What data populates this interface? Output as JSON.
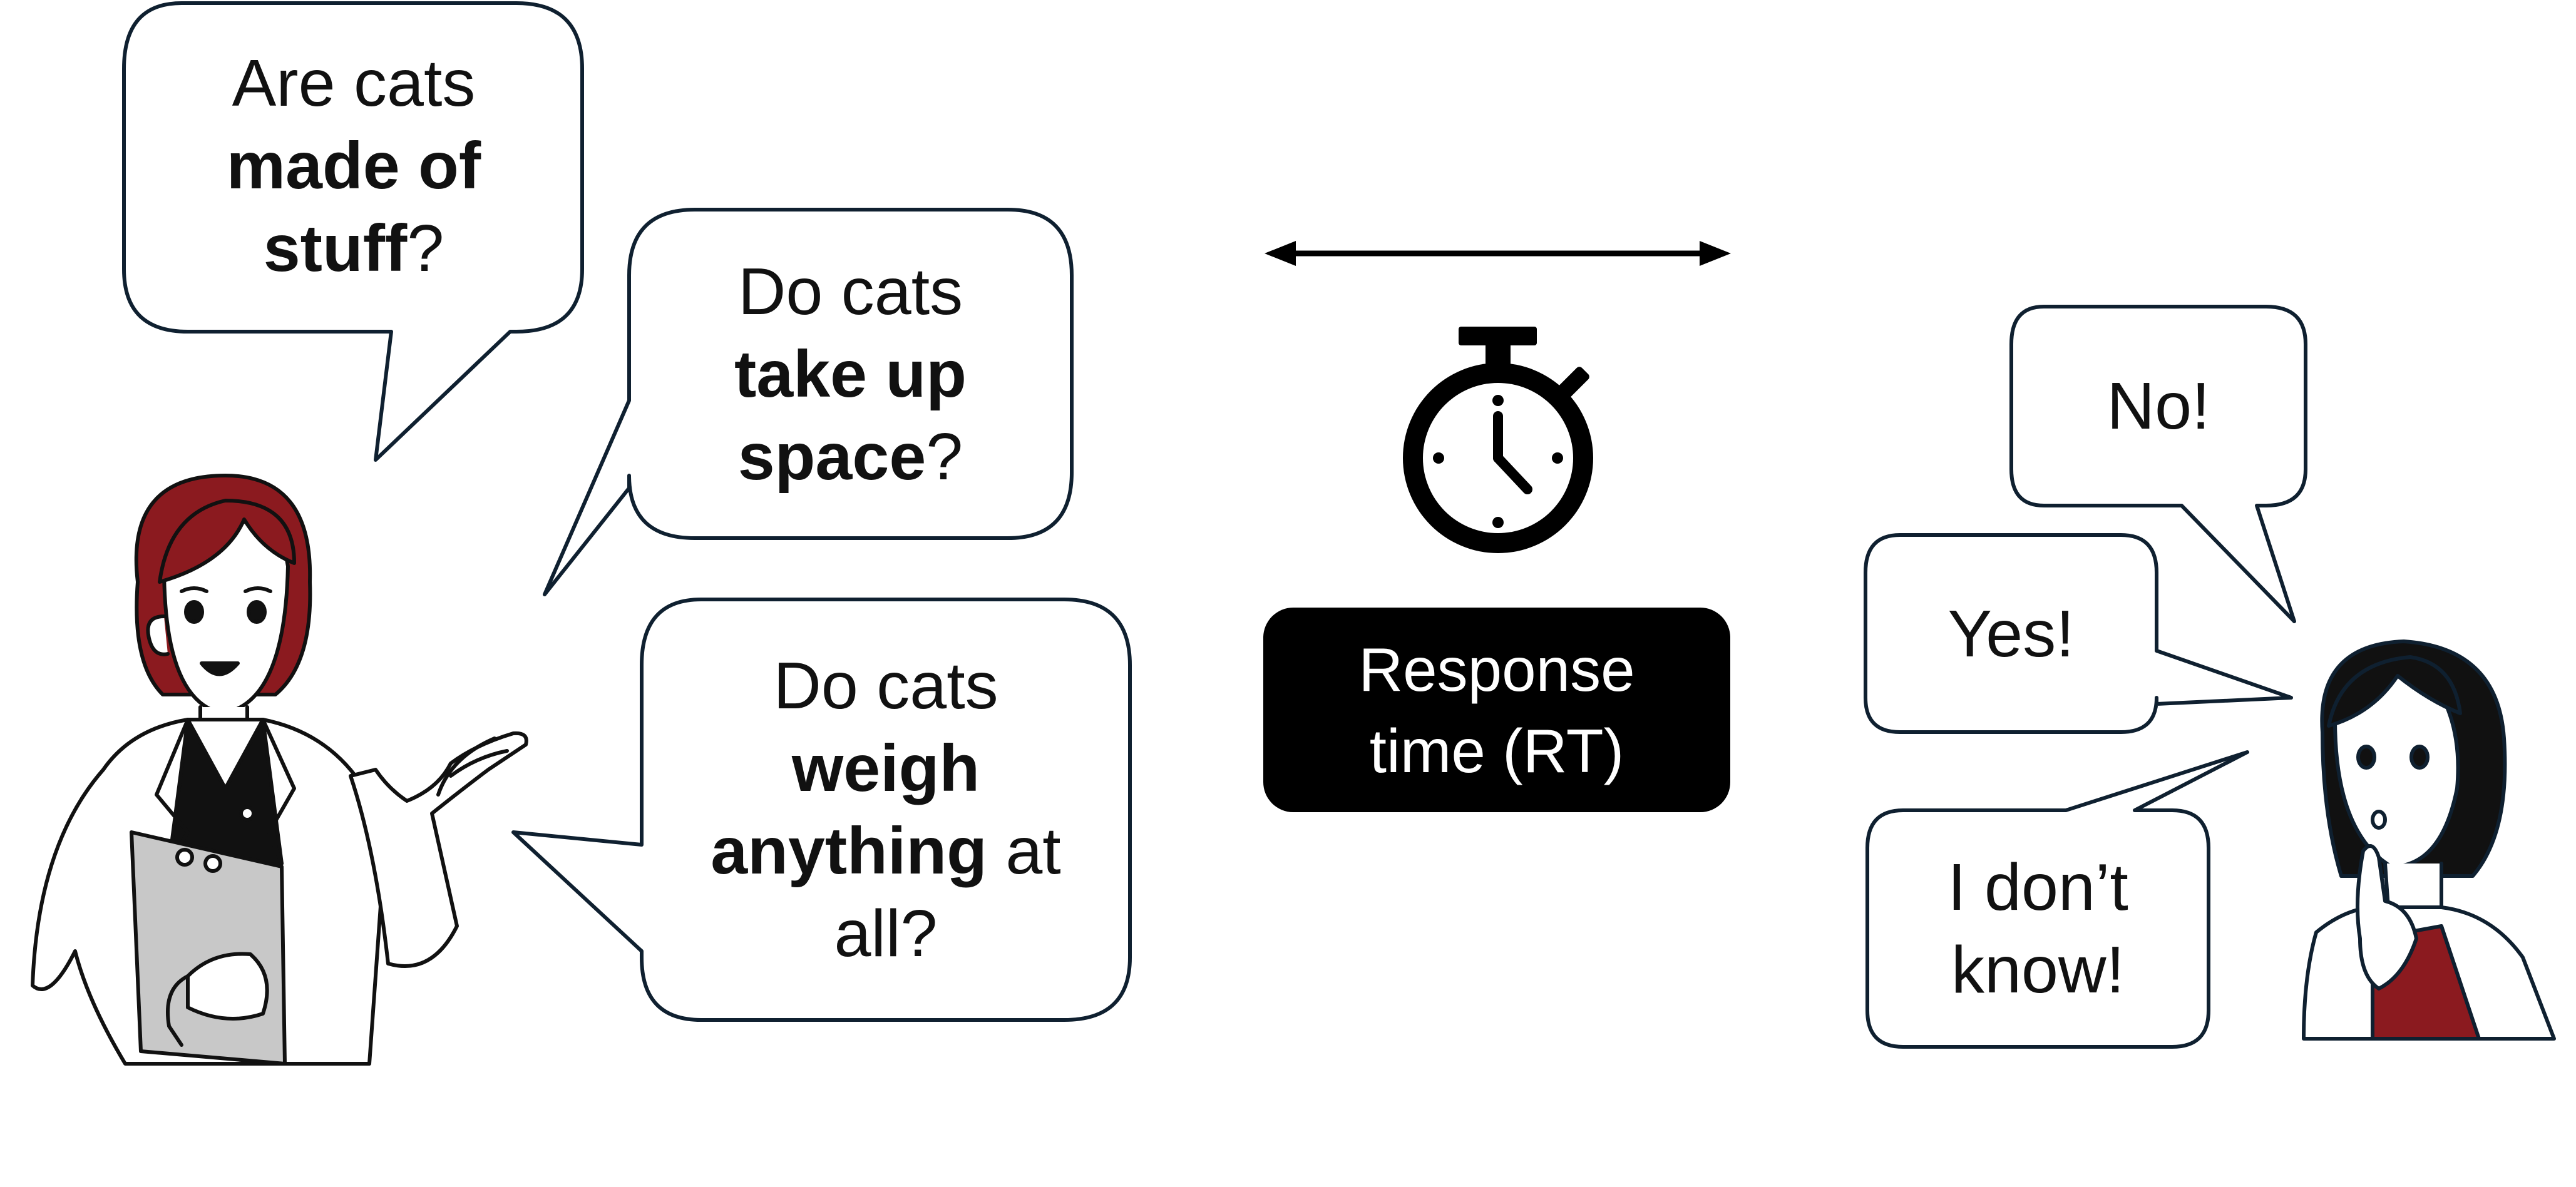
{
  "questions": {
    "q1": {
      "line1": "Are cats",
      "bold1": "made of",
      "bold2": "stuff",
      "suffix": "?"
    },
    "q2": {
      "line1": "Do cats",
      "bold1": "take up",
      "bold2": "space",
      "suffix": "?"
    },
    "q3": {
      "line1": "Do cats",
      "bold1": "weigh",
      "bold2": "anything",
      "suffix2": " at",
      "line4": "all?"
    }
  },
  "timer": {
    "label_line1": "Response",
    "label_line2": "time (RT)",
    "icon": "stopwatch-icon"
  },
  "answers": {
    "no": "No!",
    "yes": "Yes!",
    "dontknow_line1": "I don’t",
    "dontknow_line2": "know!"
  },
  "people": {
    "researcher": "researcher-woman-illustration",
    "respondent": "thinking-woman-illustration"
  },
  "colors": {
    "hair": "#8b1a1f",
    "outline": "#0f2030",
    "box": "#000000",
    "clipboard": "#c8c8c8"
  }
}
